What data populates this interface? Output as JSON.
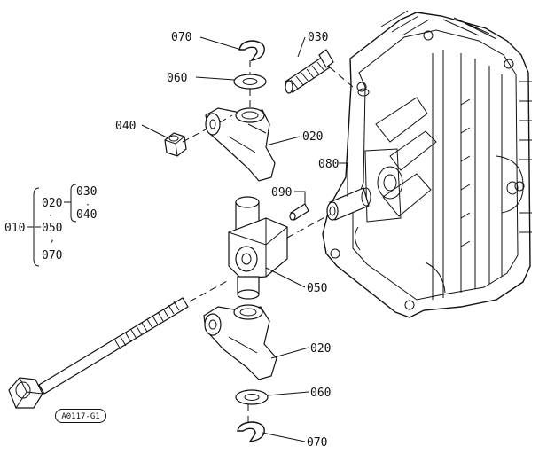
{
  "diagram": {
    "reference_code": "A0117-G1",
    "callouts": {
      "p070_top": "070",
      "p060_top": "060",
      "p030": "030",
      "p040": "040",
      "p020_top": "020",
      "p080": "080",
      "p090": "090",
      "p050": "050",
      "p020_bottom": "020",
      "p060_bottom": "060",
      "p070_bottom": "070"
    },
    "legend": {
      "assembly": "010",
      "c020": "020",
      "c030": "030",
      "c040": "040",
      "c050": "050",
      "c070": "070"
    }
  }
}
